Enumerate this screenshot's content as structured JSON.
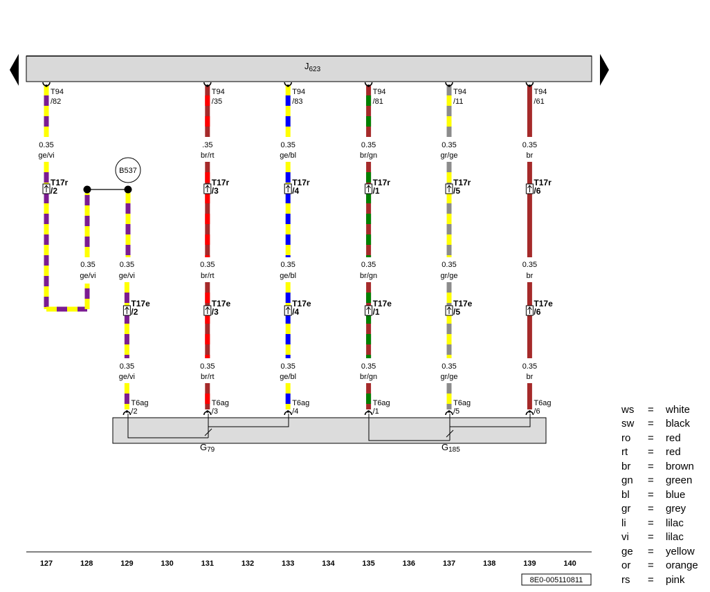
{
  "colors": {
    "ge": "#ffff00",
    "vi": "#7b1c92",
    "br": "#a52a2a",
    "rt": "#ff0000",
    "bl": "#0000ff",
    "gn": "#008000",
    "gr": "#8c8c8c",
    "box_fill": "#dcdcdc"
  },
  "ecu": {
    "name": "J",
    "sub": "623"
  },
  "splice": {
    "label": "B537",
    "size": "0.35",
    "wire": "ge/vi"
  },
  "circuits": [
    {
      "track": 127,
      "wire": "ge/vi",
      "color1": "ge",
      "color2": "vi",
      "top_pin": {
        "conn": "T94",
        "pin": "/82"
      },
      "top_size": "0.35",
      "mid1": {
        "conn": "T17r",
        "pin": "/2"
      }
    },
    {
      "track": 129,
      "wire": "ge/vi",
      "color1": "ge",
      "color2": "vi",
      "size2": "0.35",
      "mid2": {
        "conn": "T17e",
        "pin": "/2"
      },
      "size3": "0.35",
      "bottom_pin": {
        "conn": "T6ag",
        "pin": "/2"
      }
    },
    {
      "track": 131,
      "wire": "br/rt",
      "color1": "br",
      "color2": "rt",
      "top_pin": {
        "conn": "T94",
        "pin": "/35"
      },
      "top_size": ".35",
      "mid1": {
        "conn": "T17r",
        "pin": "/3"
      },
      "size2": "0.35",
      "mid2": {
        "conn": "T17e",
        "pin": "/3"
      },
      "size3": "0.35",
      "bottom_pin": {
        "conn": "T6ag",
        "pin": "/3"
      }
    },
    {
      "track": 133,
      "wire": "ge/bl",
      "color1": "ge",
      "color2": "bl",
      "top_pin": {
        "conn": "T94",
        "pin": "/83"
      },
      "top_size": "0.35",
      "mid1": {
        "conn": "T17r",
        "pin": "/4"
      },
      "size2": "0.35",
      "mid2": {
        "conn": "T17e",
        "pin": "/4"
      },
      "size3": "0.35",
      "bottom_pin": {
        "conn": "T6ag",
        "pin": "/4"
      }
    },
    {
      "track": 135,
      "wire": "br/gn",
      "color1": "br",
      "color2": "gn",
      "top_pin": {
        "conn": "T94",
        "pin": "/81"
      },
      "top_size": "0.35",
      "mid1": {
        "conn": "T17r",
        "pin": "/1"
      },
      "size2": "0.35",
      "mid2": {
        "conn": "T17e",
        "pin": "/1"
      },
      "size3": "0.35",
      "bottom_pin": {
        "conn": "T6ag",
        "pin": "/1"
      }
    },
    {
      "track": 137,
      "wire": "gr/ge",
      "color1": "gr",
      "color2": "ge",
      "top_pin": {
        "conn": "T94",
        "pin": "/11"
      },
      "top_size": "0.35",
      "mid1": {
        "conn": "T17r",
        "pin": "/5"
      },
      "size2": "0.35",
      "mid2": {
        "conn": "T17e",
        "pin": "/5"
      },
      "size3": "0.35",
      "bottom_pin": {
        "conn": "T6ag",
        "pin": "/5"
      }
    },
    {
      "track": 139,
      "wire": "br",
      "color1": "br",
      "color2": "br",
      "top_pin": {
        "conn": "T94",
        "pin": "/61"
      },
      "top_size": "0.35",
      "mid1": {
        "conn": "T17r",
        "pin": "/6"
      },
      "size2": "0.35",
      "mid2": {
        "conn": "T17e",
        "pin": "/6"
      },
      "size3": "0.35",
      "bottom_pin": {
        "conn": "T6ag",
        "pin": "/6"
      }
    }
  ],
  "sensors": [
    {
      "name": "G",
      "sub": "79"
    },
    {
      "name": "G",
      "sub": "185"
    }
  ],
  "tracks": [
    "127",
    "128",
    "129",
    "130",
    "131",
    "132",
    "133",
    "134",
    "135",
    "136",
    "137",
    "138",
    "139",
    "140"
  ],
  "diagram_code": "8E0-005110811",
  "legend": [
    {
      "code": "ws",
      "eq": "=",
      "name": "white"
    },
    {
      "code": "sw",
      "eq": "=",
      "name": "black"
    },
    {
      "code": "ro",
      "eq": "=",
      "name": "red"
    },
    {
      "code": "rt",
      "eq": "=",
      "name": "red"
    },
    {
      "code": "br",
      "eq": "=",
      "name": "brown"
    },
    {
      "code": "gn",
      "eq": "=",
      "name": "green"
    },
    {
      "code": "bl",
      "eq": "=",
      "name": "blue"
    },
    {
      "code": "gr",
      "eq": "=",
      "name": "grey"
    },
    {
      "code": "li",
      "eq": "=",
      "name": "lilac"
    },
    {
      "code": "vi",
      "eq": "=",
      "name": "lilac"
    },
    {
      "code": "ge",
      "eq": "=",
      "name": "yellow"
    },
    {
      "code": "or",
      "eq": "=",
      "name": "orange"
    },
    {
      "code": "rs",
      "eq": "=",
      "name": "pink"
    }
  ]
}
